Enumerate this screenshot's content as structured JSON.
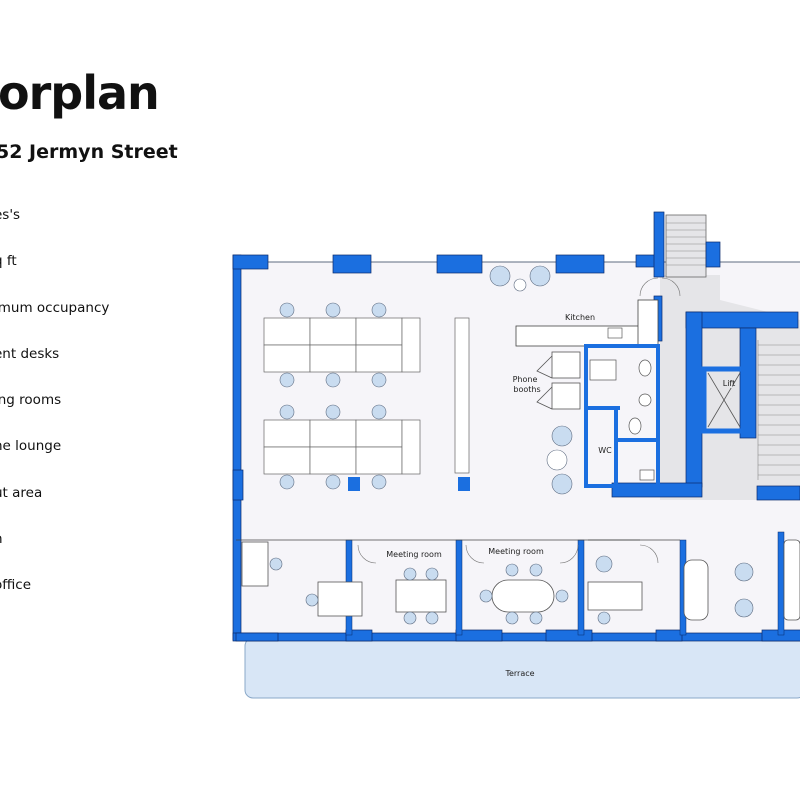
{
  "header": {
    "title": "orplan",
    "subtitle": "52 Jermyn Street"
  },
  "features": [
    "es's",
    "q ft",
    "imum occupancy",
    "ent desks",
    "ing rooms",
    "ne lounge",
    "ut area",
    "n",
    "office"
  ],
  "plan": {
    "room_labels": {
      "kitchen": "Kitchen",
      "phone_booths_line1": "Phone",
      "phone_booths_line2": "booths",
      "wc": "WC",
      "lift": "Lift",
      "meeting_room_1": "Meeting room",
      "meeting_room_2": "Meeting room",
      "terrace": "Terrace"
    },
    "colors": {
      "wall": "#1b6fe0",
      "wall_dark": "#0a2a6b",
      "floor": "#f6f5f9",
      "core": "#e5e5e8",
      "terrace": "#d8e6f6",
      "chair": "#c9dcf0"
    }
  }
}
